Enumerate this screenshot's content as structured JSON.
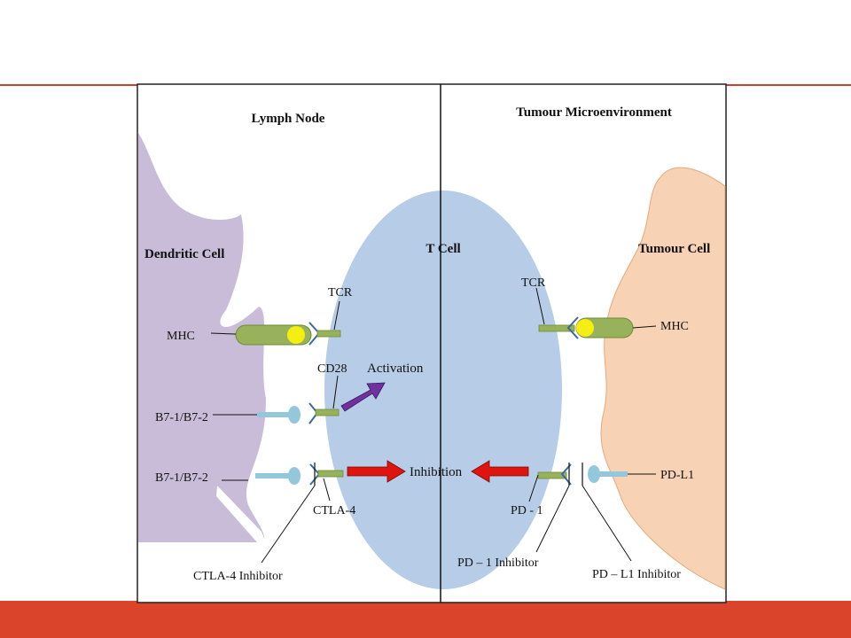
{
  "diagram": {
    "sections": {
      "left_title": "Lymph Node",
      "right_title": "Tumour Microenvironment"
    },
    "cells": {
      "dendritic": "Dendritic Cell",
      "t_cell": "T Cell",
      "tumour": "Tumour Cell"
    },
    "labels": {
      "mhc_left": "MHC",
      "tcr_left": "TCR",
      "cd28": "CD28",
      "activation": "Activation",
      "b7_top": "B7-1/B7-2",
      "b7_bottom": "B7-1/B7-2",
      "ctla4": "CTLA-4",
      "ctla4_inhibitor": "CTLA-4 Inhibitor",
      "inhibition": "Inhibition",
      "tcr_right": "TCR",
      "mhc_right": "MHC",
      "pdl1": "PD-L1",
      "pd1": "PD - 1",
      "pd1_inhibitor": "PD – 1 Inhibitor",
      "pdl1_inhibitor": "PD – L1 Inhibitor"
    },
    "colors": {
      "dendritic_fill": "#c9bcd8",
      "tcell_fill": "#b7cce6",
      "tumour_fill": "#f8d2b4",
      "receptor_green": "#97b25a",
      "antigen_yellow": "#f5ee12",
      "ligand_blue": "#93c8dc",
      "activation_arrow": "#7030a0",
      "inhibition_arrow": "#e0140f",
      "accent_rule": "#c8412a"
    }
  }
}
